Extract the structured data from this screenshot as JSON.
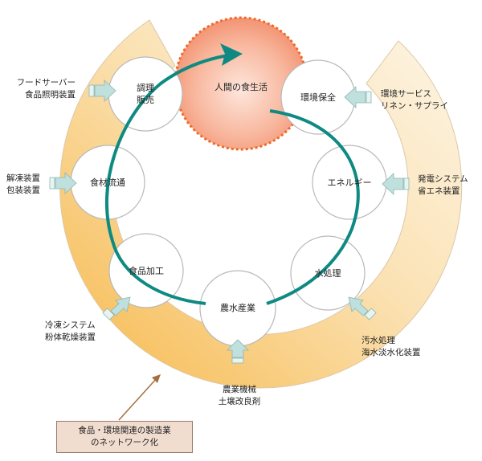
{
  "colors": {
    "ring_light": "#fdf4e2",
    "ring_dark": "#f6b84a",
    "node_fill": "#ffffff",
    "node_stroke": "#b8b8b8",
    "center_fill": "#f39a7c",
    "center_stroke": "#ee6a2a",
    "cycle_arrow": "#0e8a82",
    "input_arrow": "#bfe0dd",
    "input_arrow_stroke": "#8ab6b2",
    "box_fill": "#f1ddd0",
    "connector": "#a5703e"
  },
  "nodes": {
    "center": "人間の食生活",
    "cooking": [
      "調理",
      "販売"
    ],
    "environment": "環境保全",
    "energy": "エネルギー",
    "water": "水処理",
    "agriculture": "農水産業",
    "processing": "食品加工",
    "distribution": "食材流通"
  },
  "inputs": {
    "top_left": [
      "フードサーバー",
      "食品照明装置"
    ],
    "left": [
      "解凍装置",
      "包装装置"
    ],
    "bottom_left": [
      "冷凍システム",
      "粉体乾燥装置"
    ],
    "bottom": [
      "農業機械",
      "土壌改良剤"
    ],
    "bottom_right": [
      "汚水処理",
      "海水淡水化装置"
    ],
    "right": [
      "発電システム",
      "省エネ装置"
    ],
    "top_right": [
      "環境サービス",
      "リネン・サプライ"
    ]
  },
  "network_box": [
    "食品・環境関連の製造業",
    "のネットワーク化"
  ]
}
